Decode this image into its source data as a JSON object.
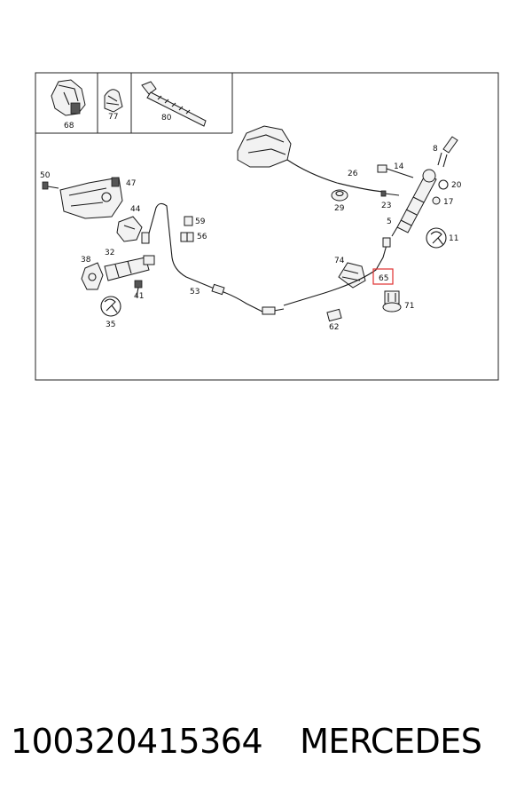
{
  "labels": {
    "p68": "68",
    "p77": "77",
    "p80": "80",
    "p8": "8",
    "p14": "14",
    "p20": "20",
    "p17": "17",
    "p26": "26",
    "p29": "29",
    "p23": "23",
    "p5": "5",
    "p11": "11",
    "p50": "50",
    "p47": "47",
    "p44": "44",
    "p59": "59",
    "p56": "56",
    "p38": "38",
    "p32": "32",
    "p41": "41",
    "p35": "35",
    "p53": "53",
    "p74": "74",
    "p65": "65",
    "p71": "71",
    "p62": "62"
  },
  "highlight": {
    "part": "65",
    "color": "#e03030"
  },
  "footer": {
    "part_number": "100320415364",
    "brand": "MERCEDES"
  }
}
